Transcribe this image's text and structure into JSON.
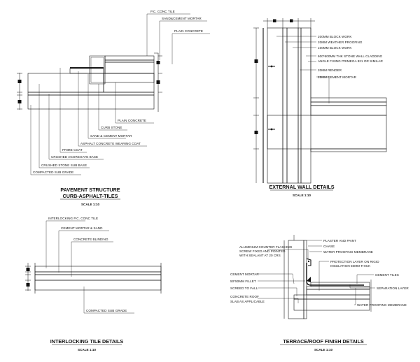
{
  "details": {
    "pavement": {
      "title_line1": "PAVEMENT STRUCTURE",
      "title_line2": "CURB-ASPHALT-TILES",
      "scale": "SCALE 1:10",
      "labels": [
        "P.C. CONC TILE",
        "SAND&CEMENT MORTAR",
        "PLAIN CONCRETE",
        "PLAIN CONCRETE",
        "CURB STONE",
        "SAND & CEMENT MORTAR",
        "ASPHALT CONCRETE WEARING COAT",
        "PRIME COAT",
        "CRUSHED AGGREGATE BASE",
        "CRUSHED STONE SUB BASE",
        "COMPACTED SUB GRADE"
      ]
    },
    "wall": {
      "title": "EXTERNAL WALL DETAILS",
      "scale": "SCALE 1:10",
      "labels": [
        "200MM BLOCK WORK",
        "20MM WEATHER PROOFING",
        "100MM BLOCK WORK",
        "600*600MM THK STONE WALL CLADDING",
        "ANGLE FIXING PRIMEGA 821 OR SIMILAR",
        "20MM RENDER",
        "25MM CEMENT MORTAR"
      ]
    },
    "interlocking": {
      "title": "INTERLOCKING TILE DETAILS",
      "scale": "SCALE 1:10",
      "labels": [
        "INTERLOCKING P.C. CONC TILE",
        "CEMENT MORTAR & SAND",
        "CONCRETE BLINDING",
        "COMPACTED SUB GRADE"
      ]
    },
    "terrace": {
      "title": "TERRACE/ROOF FINISH DETAILS",
      "scale": "SCALE 1:10",
      "labels_left": [
        "ALUMINIUM COUNTER FLASHING",
        "SCREW FIXED AND POINTED",
        "WITH SEALANT AT 20 CRS",
        "CEMENT MORTAR",
        "50*50MM FILLET",
        "SCREED TO FALL",
        "CONCRETE ROOF",
        "SLAB AS APPLICABLE"
      ],
      "labels_right": [
        "PLASTER AND PAINT",
        "CHASE",
        "WATER PROOFING MEMBRANE",
        "PROTECTION LAYER ON RIGID",
        "INSULATION 50MM THICK",
        "CEMENT TILES",
        "SEPARATION LAYER",
        "WATER PROOFING MEMBRANE"
      ]
    }
  }
}
